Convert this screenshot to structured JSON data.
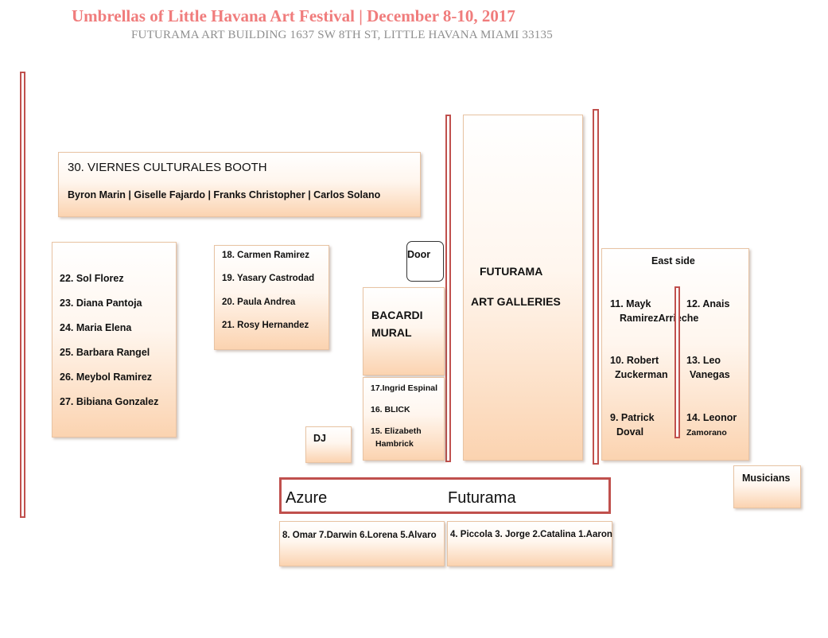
{
  "header": {
    "title": "Umbrellas of Little Havana Art Festival | December 8-10, 2017",
    "subtitle": "FUTURAMA ART BUILDING 1637 SW 8TH ST, LITTLE HAVANA MIAMI 33135"
  },
  "viernes": {
    "title": "30. VIERNES CULTURALES BOOTH",
    "artists": "Byron Marin  | Giselle Fajardo | Franks Christopher | Carlos Solano"
  },
  "west_booths": [
    "22. Sol Florez",
    "23. Diana Pantoja",
    "24. Maria Elena",
    "25. Barbara Rangel",
    "26. Meybol Ramirez",
    "27. Bibiana Gonzalez"
  ],
  "center_booths": [
    "18. Carmen Ramirez",
    "19. Yasary Castrodad",
    "20. Paula Andrea",
    "21. Rosy Hernandez"
  ],
  "door": "Door",
  "bacardi": {
    "line1": "BACARDI",
    "line2": "MURAL"
  },
  "mural_booths": {
    "b17": "17.Ingrid Espinal",
    "b16": "16. BLICK",
    "b15a": "15. Elizabeth",
    "b15b": "Hambrick"
  },
  "dj": "DJ",
  "galleries": {
    "line1": "FUTURAMA",
    "line2": "ART GALLERIES"
  },
  "east": {
    "heading": "East side",
    "b11a": "11. Mayk",
    "b11b": "RamirezArrieche",
    "b12a": "12. Anais",
    "b10a": "10. Robert",
    "b10b": "Zuckerman",
    "b13a": "13. Leo",
    "b13b": "Vanegas",
    "b9a": "9. Patrick",
    "b9b": "Doval",
    "b14a": "14. Leonor",
    "b14b": "Zamorano"
  },
  "musicians": "Musicians",
  "stage": {
    "left": "Azure",
    "right": "Futurama"
  },
  "bottom_row": {
    "left": "8. Omar 7.Darwin 6.Lorena 5.Alvaro",
    "right": "4. Piccola 3. Jorge 2.Catalina 1.Aaron"
  },
  "colors": {
    "title": "#f07c7c",
    "subtitle": "#8f8f8f",
    "wall": "#c0504d",
    "booth_fill": "#fbd3b0"
  }
}
